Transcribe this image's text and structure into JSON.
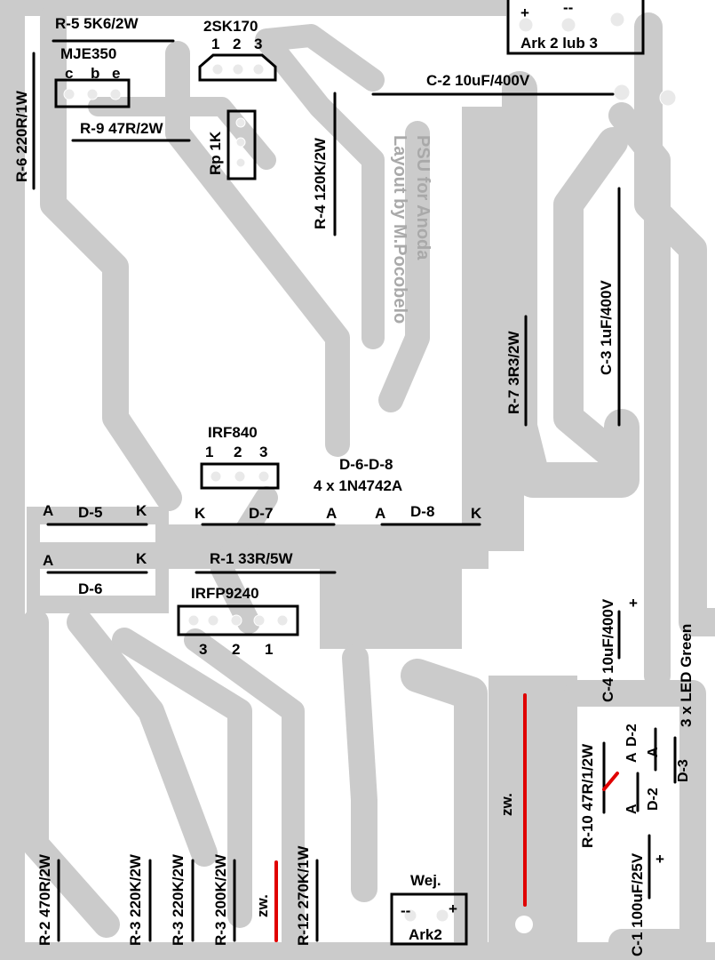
{
  "watermark": {
    "line1": "PSU for Anoda",
    "line2": "Layout by M.Pocobelo"
  },
  "components": {
    "r5": "R-5 5K6/2W",
    "jfet_name": "2SK170",
    "jfet_pins": [
      "1",
      "2",
      "3"
    ],
    "ark_plus": "+",
    "ark_minus": "--",
    "ark_label": "Ark 2  lub 3",
    "mje_name": "MJE350",
    "mje_pins": [
      "c",
      "b",
      "e"
    ],
    "r6": "R-6 220R/1W",
    "c2": "C-2 10uF/400V",
    "r9": "R-9 47R/2W",
    "rp": "Rp 1K",
    "r4": "R-4 120K/2W",
    "r7": "R-7 3R3/2W",
    "c3": "C-3 1uF/400V",
    "irf840_name": "IRF840",
    "irf840_pins": [
      "1",
      "2",
      "3"
    ],
    "d68_title": "D-6-D-8",
    "d68_parts": "4 x 1N4742A",
    "d5": "D-5",
    "d6": "D-6",
    "d7": "D-7",
    "d8": "D-8",
    "anode": "A",
    "cathode": "K",
    "r1": "R-1 33R/5W",
    "irfp_name": "IRFP9240",
    "irfp_pins": [
      "3",
      "2",
      "1"
    ],
    "c4": "C-4 10uF/400V",
    "c4_plus": "+",
    "led_note": "3 x LED Green",
    "d2": "D-2",
    "d3": "D-3",
    "r10": "R-10 47R/1/2W",
    "c1": "C-1 100uF/25V",
    "c1_plus": "+",
    "zw": "zw.",
    "r2": "R-2 470R/2W",
    "r3a": "R-3 220K/2W",
    "r3b": "R-3 220K/2W",
    "r3c": "R-3 200K/2W",
    "r12": "R-12 270K/1W",
    "wej": "Wej.",
    "wej_minus": "--",
    "wej_plus": "+",
    "wej_ark": "Ark2"
  },
  "colors": {
    "trace": "#cbcbcb",
    "silk": "#000000",
    "jumper": "#e00000",
    "watermark": "#a9a9a9"
  }
}
